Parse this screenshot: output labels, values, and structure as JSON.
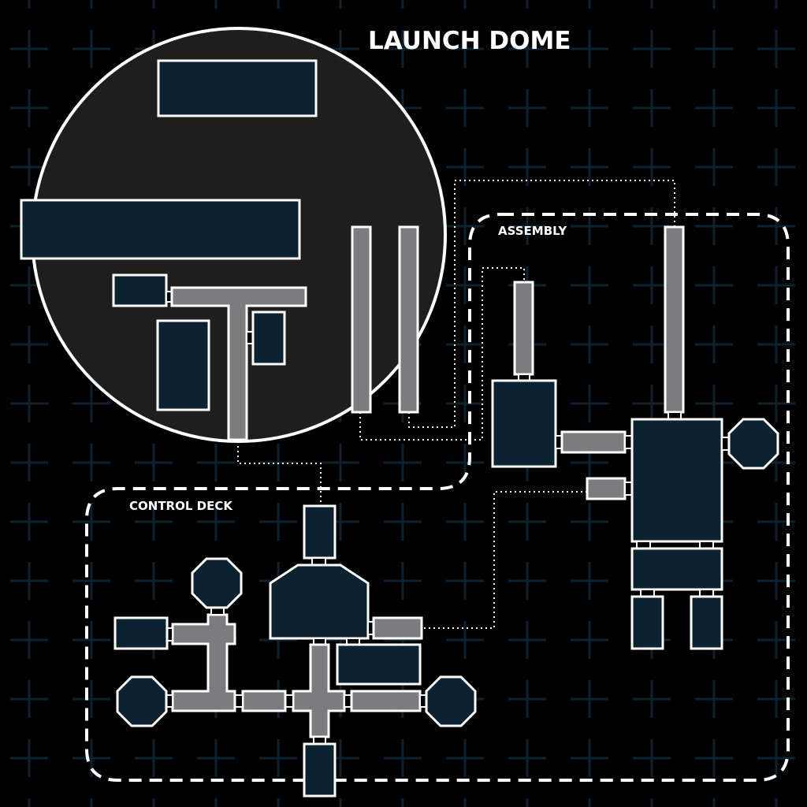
{
  "map": {
    "zones": {
      "launch_dome": "LAUNCH DOME",
      "assembly": "ASSEMBLY",
      "control_deck": "CONTROL DECK"
    },
    "colors": {
      "background": "#000000",
      "grid": "#0d2230",
      "room": "#0d2230",
      "corridor": "#7c7b7d",
      "dome_floor": "#1e1e1e",
      "outline": "#ffffff"
    }
  }
}
